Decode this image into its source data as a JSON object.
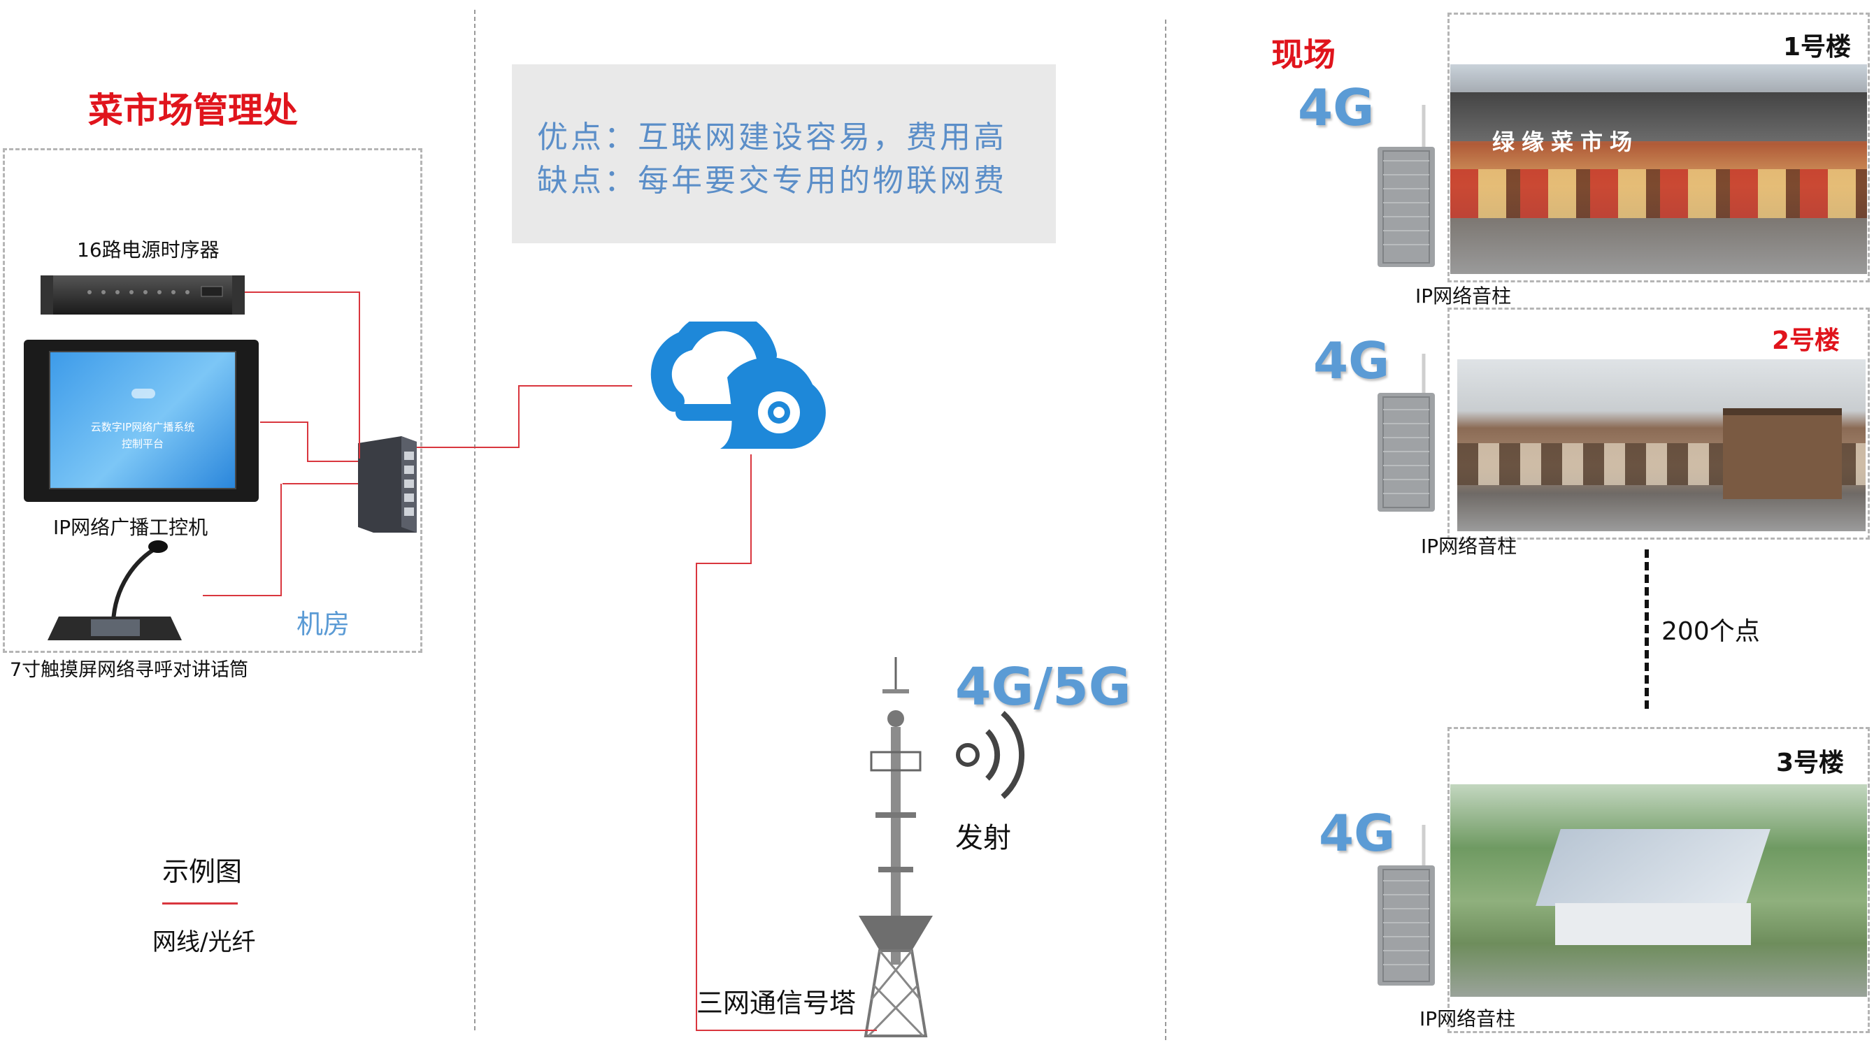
{
  "office": {
    "title": "菜市场管理处",
    "sequencer_label": "16路电源时序器",
    "pc_label": "IP网络广播工控机",
    "pc_screen_line1": "云数字IP网络广播系统",
    "pc_screen_line2": "控制平台",
    "mic_label": "7寸触摸屏网络寻呼对讲话筒",
    "room_label": "机房"
  },
  "info": {
    "pros": "优点：互联网建设容易，费用高",
    "cons": "缺点：每年要交专用的物联网费"
  },
  "tower": {
    "signal_label": "4G/5G",
    "emit_label": "发射",
    "tower_label": "三网通信号塔"
  },
  "legend": {
    "title": "示例图",
    "item": "网线/光纤"
  },
  "site": {
    "title": "现场",
    "buildings": [
      {
        "name": "1号楼",
        "network": "4G",
        "speaker_label": "IP网络音柱",
        "sign_text": "绿缘菜市场"
      },
      {
        "name": "2号楼",
        "network": "4G",
        "speaker_label": "IP网络音柱"
      },
      {
        "name": "3号楼",
        "network": "4G",
        "speaker_label": "IP网络音柱"
      }
    ],
    "points_label": "200个点"
  },
  "colors": {
    "wire": "#d9363e",
    "accent_blue": "#5b9bd5",
    "cloud_blue": "#1e88d9",
    "title_red": "#e0141c",
    "info_bg": "#e9e9e9"
  }
}
